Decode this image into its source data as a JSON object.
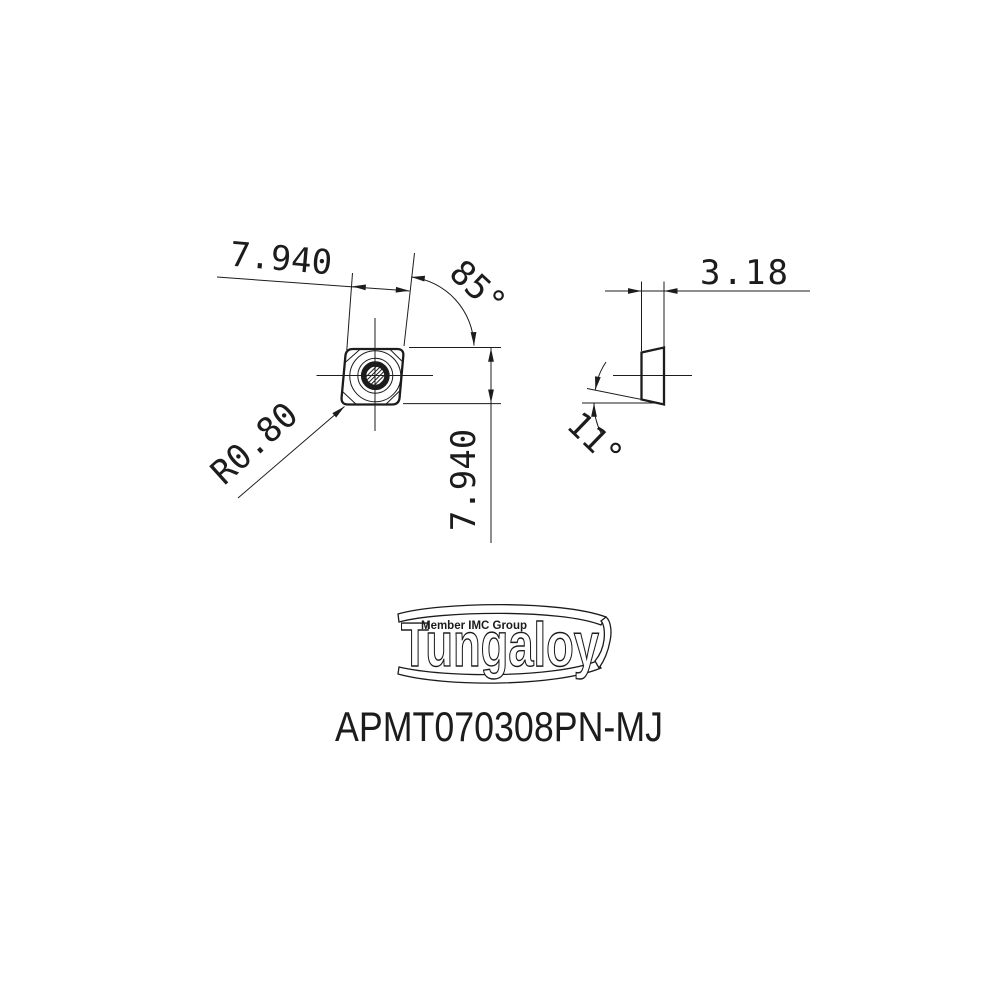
{
  "colors": {
    "background": "#ffffff",
    "line": "#1c1c1c"
  },
  "top_view": {
    "width": "7.940",
    "height": "7.940",
    "corner_angle": "85°",
    "corner_radius": "R0.80"
  },
  "side_view": {
    "thickness": "3.18",
    "clearance_angle": "11°"
  },
  "logo": {
    "brand": "Tungaloy",
    "member_text": "Member IMC Group"
  },
  "part_number": "APMT070308PN-MJ"
}
